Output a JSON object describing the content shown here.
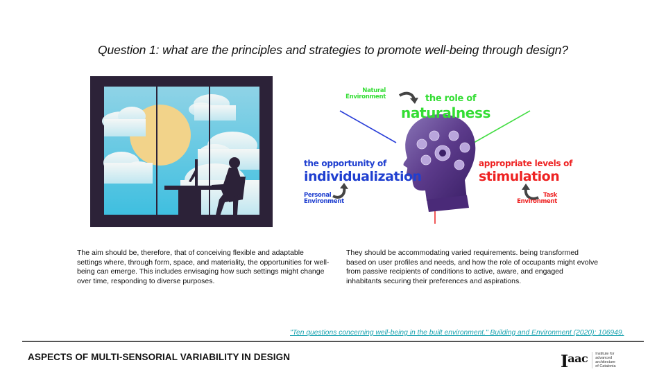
{
  "question": "Question 1: what are the principles and strategies to promote well-being through design?",
  "illustration": {
    "description": "person-at-desk-by-window",
    "colors": {
      "frame": "#2c2238",
      "sky_top": "#8fd3e6",
      "sky_bottom": "#4cc3e0",
      "sun": "#f2d38a",
      "cloud": "#eef6f8",
      "silhouette": "#2c2238"
    }
  },
  "diagram": {
    "natural": {
      "env_label_line1": "Natural",
      "env_label_line2": "Environment",
      "small": "the role of",
      "big": "naturalness",
      "color": "#33dd33"
    },
    "personal": {
      "env_label_line1": "Personal",
      "env_label_line2": "Environment",
      "small": "the opportunity of",
      "big": "individualization",
      "color": "#1f3fd0"
    },
    "task": {
      "env_label_line1": "Task",
      "env_label_line2": "Environment",
      "small": "appropriate levels of",
      "big": "stimulation",
      "color": "#ee2222"
    },
    "head_color": "#5b3a8a"
  },
  "paragraphs": {
    "left": "The aim should be, therefore, that of conceiving flexible and adaptable settings where, through form, space, and materiality, the opportunities for well-being can emerge. This includes envisaging how such settings might change over time, responding to diverse purposes.",
    "right": "They should be accommodating varied requirements. being transformed based on user profiles and needs, and how the role of occupants might evolve from passive recipients of conditions to active, aware, and engaged inhabitants securing their preferences and aspirations."
  },
  "citation": "\"Ten questions concerning well-being in the built environment.\" Building and Environment (2020): 106949.",
  "footer": {
    "title": "ASPECTS OF MULTI-SENSORIAL VARIABILITY IN DESIGN",
    "logo": {
      "mark_main": "I",
      "mark_sup": "aac",
      "text_line1": "Institute for",
      "text_line2": "advanced",
      "text_line3": "architecture",
      "text_line4": "of Catalonia"
    }
  }
}
